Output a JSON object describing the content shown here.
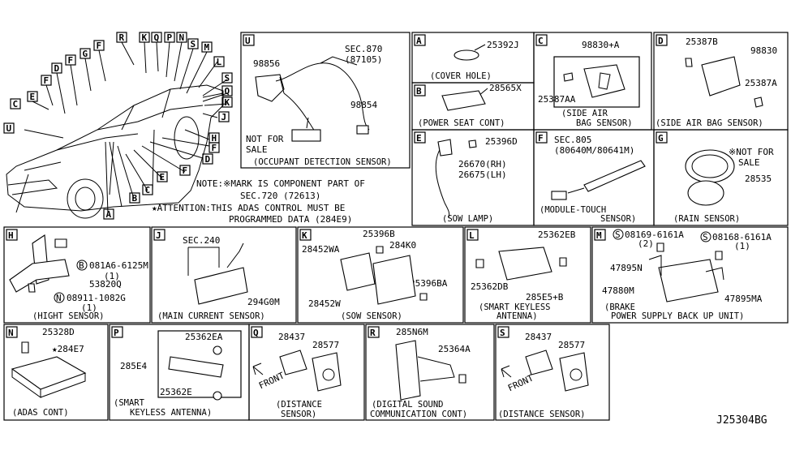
{
  "notes": {
    "note_line1": "NOTE:※MARK IS COMPONENT PART OF",
    "note_line2": "SEC.720 (72613)",
    "attention_line1": "★ATTENTION:THIS ADAS CONTROL MUST BE",
    "attention_line2": "PROGRAMMED DATA (284E9)"
  },
  "overview": {
    "callouts": [
      "R",
      "K",
      "Q",
      "P",
      "N",
      "S",
      "M",
      "F",
      "G",
      "F",
      "D",
      "F",
      "E",
      "C",
      "U",
      "L",
      "S",
      "Q",
      "K",
      "J",
      "H",
      "F",
      "D",
      "F",
      "E",
      "C",
      "B",
      "A"
    ]
  },
  "sections": {
    "U": {
      "key": "U",
      "caption": "(OCCUPANT DETECTION SENSOR)",
      "ref1": "SEC.870",
      "ref2": "(87105)",
      "parts": [
        "98856",
        "98854"
      ],
      "note1": "NOT FOR",
      "note2": "SALE"
    },
    "A": {
      "key": "A",
      "caption": "(COVER HOLE)",
      "parts": [
        "25392J"
      ]
    },
    "B": {
      "key": "B",
      "caption": "(POWER SEAT CONT)",
      "parts": [
        "28565X"
      ]
    },
    "C": {
      "key": "C",
      "caption1": "(SIDE AIR",
      "caption2": "BAG SENSOR)",
      "parts": [
        "98830+A",
        "25387AA"
      ]
    },
    "D": {
      "key": "D",
      "caption": "(SIDE AIR BAG SENSOR)",
      "parts": [
        "25387B",
        "98830",
        "25387A"
      ]
    },
    "E": {
      "key": "E",
      "caption": "(SOW LAMP)",
      "parts": [
        "25396D",
        "26670(RH)",
        "26675(LH)"
      ]
    },
    "F": {
      "key": "F",
      "caption1": "(MODULE-TOUCH",
      "caption2": "SENSOR)",
      "ref1": "SEC.805",
      "ref2": "(80640M/80641M)"
    },
    "G": {
      "key": "G",
      "caption": "(RAIN SENSOR)",
      "note1": "※NOT FOR",
      "note2": "SALE",
      "parts": [
        "28535"
      ]
    },
    "H": {
      "key": "H",
      "caption": "(HIGHT SENSOR)",
      "parts": [
        "081A6-6125M",
        "(1)",
        "53820Q",
        "08911-1082G",
        "(1)"
      ],
      "circ1": "B",
      "circ2": "N"
    },
    "J": {
      "key": "J",
      "caption": "(MAIN CURRENT SENSOR)",
      "ref1": "SEC.240",
      "parts": [
        "294G0M"
      ]
    },
    "K": {
      "key": "K",
      "caption": "(SOW SENSOR)",
      "parts": [
        "28452WA",
        "25396B",
        "284K0",
        "25396BA",
        "28452W"
      ]
    },
    "L": {
      "key": "L",
      "caption1": "(SMART KEYLESS",
      "caption2": "ANTENNA)",
      "parts": [
        "25362EB",
        "25362DB",
        "285E5+B"
      ]
    },
    "M": {
      "key": "M",
      "caption1": "(BRAKE",
      "caption2": "POWER SUPPLY BACK UP UNIT)",
      "parts": [
        "08169-6161A",
        "(2)",
        "08168-6161A",
        "(1)",
        "47895N",
        "47880M",
        "47895MA"
      ],
      "circ": "S"
    },
    "N": {
      "key": "N",
      "caption": "(ADAS CONT)",
      "parts": [
        "25328D",
        "★284E7"
      ]
    },
    "P": {
      "key": "P",
      "caption1": "(SMART",
      "caption2": "KEYLESS ANTENNA)",
      "parts": [
        "285E4",
        "25362EA",
        "25362E"
      ]
    },
    "Q": {
      "key": "Q",
      "caption1": "(DISTANCE",
      "caption2": "SENSOR)",
      "parts": [
        "28437",
        "28577"
      ],
      "front": "FRONT"
    },
    "R": {
      "key": "R",
      "caption1": "(DIGITAL SOUND",
      "caption2": "COMMUNICATION CONT)",
      "parts": [
        "285N6M",
        "25364A"
      ]
    },
    "S": {
      "key": "S",
      "caption": "(DISTANCE SENSOR)",
      "parts": [
        "28437",
        "28577"
      ],
      "front": "FRONT"
    }
  },
  "diagram_id": "J25304BG"
}
